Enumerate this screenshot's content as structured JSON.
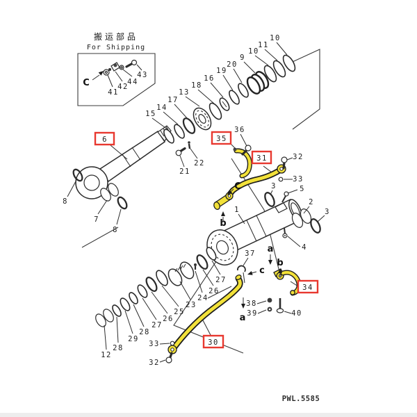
{
  "figure_code": "PWL.5585",
  "shipping_box": {
    "title_cn": "搬运部品",
    "title_en": "For Shipping"
  },
  "highlighted_parts": [
    "6",
    "30",
    "31",
    "34",
    "35"
  ],
  "colors": {
    "highlight_fill": "#f2e139",
    "callout_box": "#e8382f",
    "line_art": "#2b2b2b"
  },
  "labels": {
    "p1": "1",
    "p2": "2",
    "p3a": "3",
    "p3b": "3",
    "p4": "4",
    "p5": "5",
    "p6": "6",
    "p7": "7",
    "p8a": "8",
    "p8b": "8",
    "p9": "9",
    "p10a": "10",
    "p10b": "10",
    "p11": "11",
    "p12": "12",
    "p13": "13",
    "p14": "14",
    "p15": "15",
    "p16": "16",
    "p17": "17",
    "p18": "18",
    "p19": "19",
    "p20": "20",
    "p21": "21",
    "p22": "22",
    "p23": "23",
    "p24": "24",
    "p25": "25",
    "p26a": "26",
    "p26b": "26",
    "p27a": "27",
    "p27b": "27",
    "p28a": "28",
    "p28b": "28",
    "p29": "29",
    "p30": "30",
    "p31": "31",
    "p32a": "32",
    "p32b": "32",
    "p33a": "33",
    "p33b": "33",
    "p34": "34",
    "p35": "35",
    "p36": "36",
    "p37": "37",
    "p38": "38",
    "p39": "39",
    "p40": "40",
    "p41": "41",
    "p42": "42",
    "p43": "43",
    "p44": "44",
    "v_c_ship": "C",
    "v_c_mid": "C",
    "v_c_low": "c",
    "v_a_mid": "a",
    "v_a_low": "a",
    "v_b_mid": "b",
    "v_b_low": "b"
  }
}
